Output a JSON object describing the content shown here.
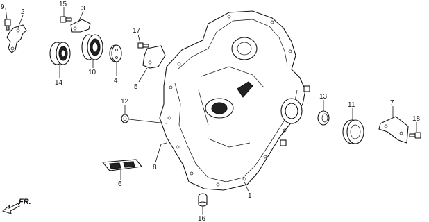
{
  "direction_label": "FR.",
  "callouts": [
    {
      "key": "p9",
      "text": "9"
    },
    {
      "key": "p2",
      "text": "2"
    },
    {
      "key": "p15",
      "text": "15"
    },
    {
      "key": "p3",
      "text": "3"
    },
    {
      "key": "p17",
      "text": "17"
    },
    {
      "key": "p14",
      "text": "14"
    },
    {
      "key": "p10",
      "text": "10"
    },
    {
      "key": "p4",
      "text": "4"
    },
    {
      "key": "p5",
      "text": "5"
    },
    {
      "key": "p12",
      "text": "12"
    },
    {
      "key": "p13",
      "text": "13"
    },
    {
      "key": "p11",
      "text": "11"
    },
    {
      "key": "p7",
      "text": "7"
    },
    {
      "key": "p18",
      "text": "18"
    },
    {
      "key": "p8",
      "text": "8"
    },
    {
      "key": "p6",
      "text": "6"
    },
    {
      "key": "p1",
      "text": "1"
    },
    {
      "key": "p16",
      "text": "16"
    }
  ]
}
